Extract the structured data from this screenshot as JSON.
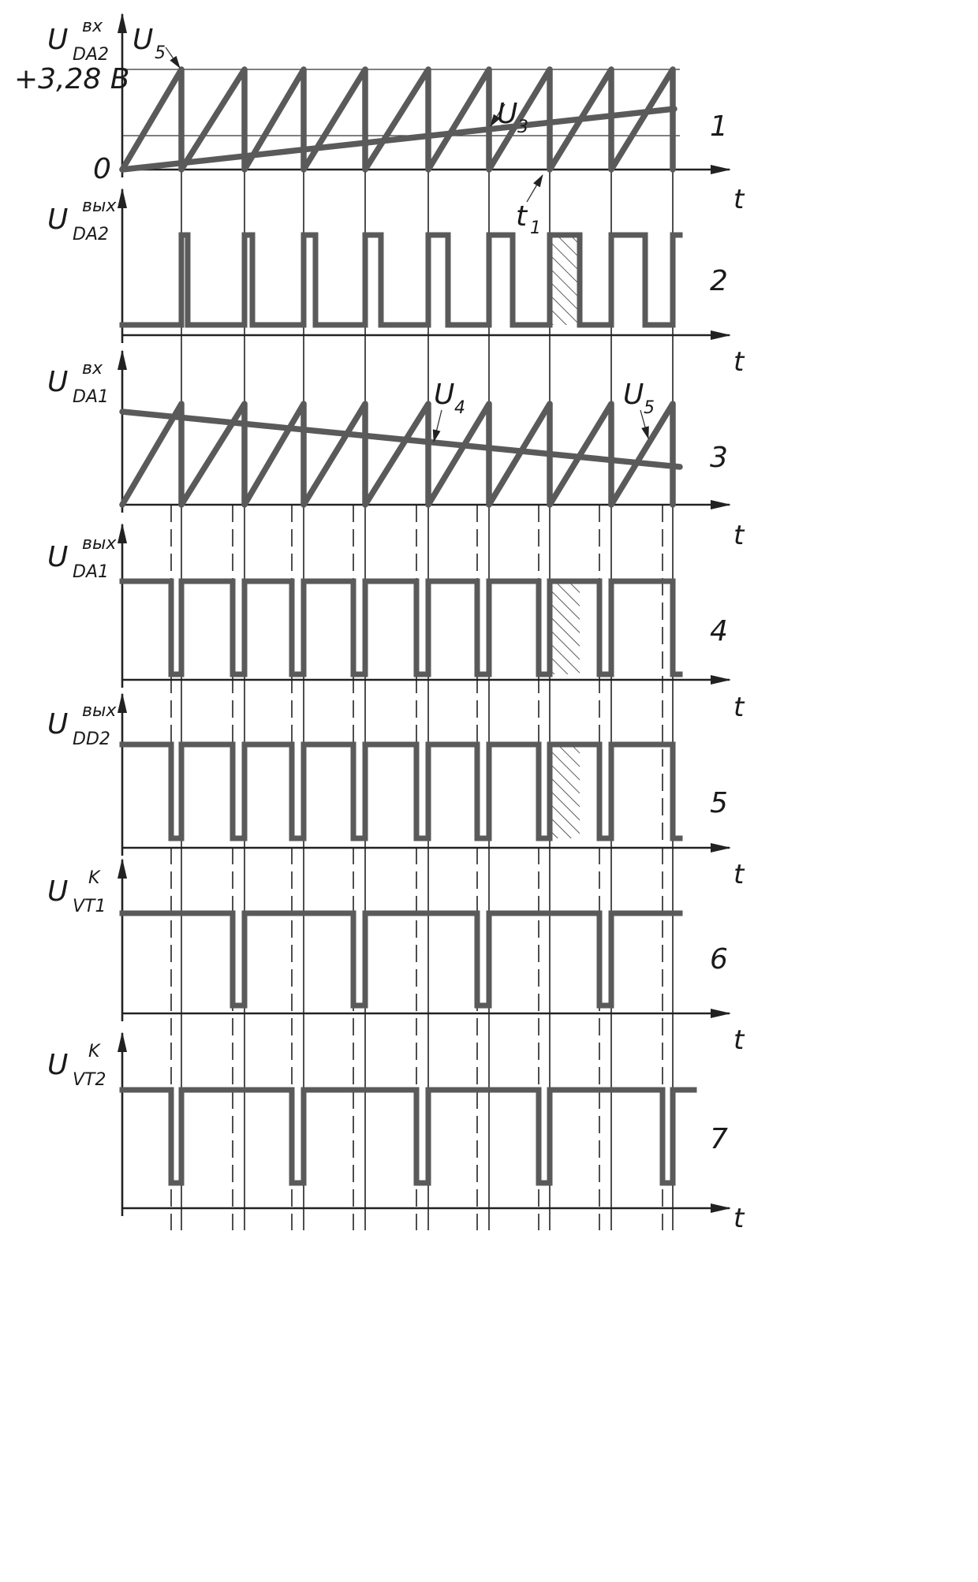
{
  "figure": {
    "panel_numbers": [
      "1",
      "2",
      "3",
      "4",
      "5",
      "6",
      "7"
    ],
    "time_label": "t"
  },
  "labels": {
    "p1": {
      "main": "U",
      "sup": "вх",
      "sub": "DA2"
    },
    "p2": {
      "main": "U",
      "sup": "вых",
      "sub": "DA2"
    },
    "p3": {
      "main": "U",
      "sup": "вх",
      "sub": "DA1"
    },
    "p4": {
      "main": "U",
      "sup": "вых",
      "sub": "DA1"
    },
    "p5": {
      "main": "U",
      "sup": "вых",
      "sub": "DD2"
    },
    "p6": {
      "main": "U",
      "sup": "K",
      "sub": "VT1"
    },
    "p7": {
      "main": "U",
      "sup": "K",
      "sub": "VT2"
    }
  },
  "annotations": {
    "level": "+3,28 B",
    "zero": "0",
    "u5_main": "U",
    "u5_sub": "5",
    "u3_main": "U",
    "u3_sub": "3",
    "t1_main": "t",
    "t1_sub": "1",
    "u4_main": "U",
    "u4_sub": "4",
    "u5b_main": "U",
    "u5b_sub": "5"
  },
  "colors": {
    "signal": "#5a5a5a",
    "axis": "#222222"
  }
}
